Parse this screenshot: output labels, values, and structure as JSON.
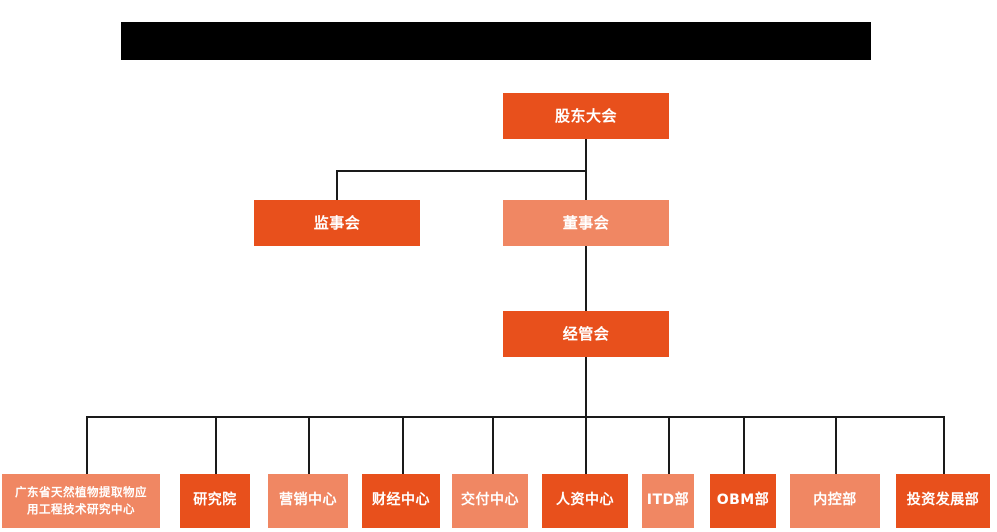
{
  "title_bar": {
    "name": "redacted-title-bar",
    "state": "redacted",
    "color": "#000000"
  },
  "palette": {
    "dark_orange": "#E8501C",
    "light_orange": "#F08763",
    "line": "#1a1a1a",
    "text": "#ffffff",
    "background": "#ffffff"
  },
  "chart_data": {
    "type": "org-chart",
    "title": "",
    "levels": 4,
    "nodes": [
      {
        "id": "n1",
        "label": "股东大会",
        "level": 1,
        "tone": "dark",
        "parent": null
      },
      {
        "id": "n2",
        "label": "监事会",
        "level": 2,
        "tone": "dark",
        "parent": "n1"
      },
      {
        "id": "n3",
        "label": "董事会",
        "level": 2,
        "tone": "light",
        "parent": "n1"
      },
      {
        "id": "n4",
        "label": "经管会",
        "level": 3,
        "tone": "dark",
        "parent": "n3"
      },
      {
        "id": "n5",
        "label": "广东省天然植物提取物应用工程技术研究中心",
        "level": 4,
        "tone": "light",
        "parent": "n4"
      },
      {
        "id": "n6",
        "label": "研究院",
        "level": 4,
        "tone": "dark",
        "parent": "n4"
      },
      {
        "id": "n7",
        "label": "营销中心",
        "level": 4,
        "tone": "light",
        "parent": "n4"
      },
      {
        "id": "n8",
        "label": "财经中心",
        "level": 4,
        "tone": "dark",
        "parent": "n4"
      },
      {
        "id": "n9",
        "label": "交付中心",
        "level": 4,
        "tone": "light",
        "parent": "n4"
      },
      {
        "id": "n10",
        "label": "人资中心",
        "level": 4,
        "tone": "dark",
        "parent": "n4"
      },
      {
        "id": "n11",
        "label": "ITD部",
        "level": 4,
        "tone": "light",
        "parent": "n4"
      },
      {
        "id": "n12",
        "label": "OBM部",
        "level": 4,
        "tone": "dark",
        "parent": "n4"
      },
      {
        "id": "n13",
        "label": "内控部",
        "level": 4,
        "tone": "light",
        "parent": "n4"
      },
      {
        "id": "n14",
        "label": "投资发展部",
        "level": 4,
        "tone": "dark",
        "parent": "n4"
      }
    ]
  },
  "nodes": {
    "shareholders_meeting": "股东大会",
    "board_of_supervisors": "监事会",
    "board_of_directors": "董事会",
    "management_committee": "经管会",
    "research_center": "广东省天然植物提取物应用工程技术研究中心",
    "research_center_line1": "广东省天然植物提取物应",
    "research_center_line2": "用工程技术研究中心",
    "research_institute": "研究院",
    "marketing_center": "营销中心",
    "finance_center": "财经中心",
    "delivery_center": "交付中心",
    "hr_center": "人资中心",
    "itd_dept": "ITD部",
    "obm_dept": "OBM部",
    "internal_control_dept": "内控部",
    "investment_development_dept": "投资发展部"
  }
}
